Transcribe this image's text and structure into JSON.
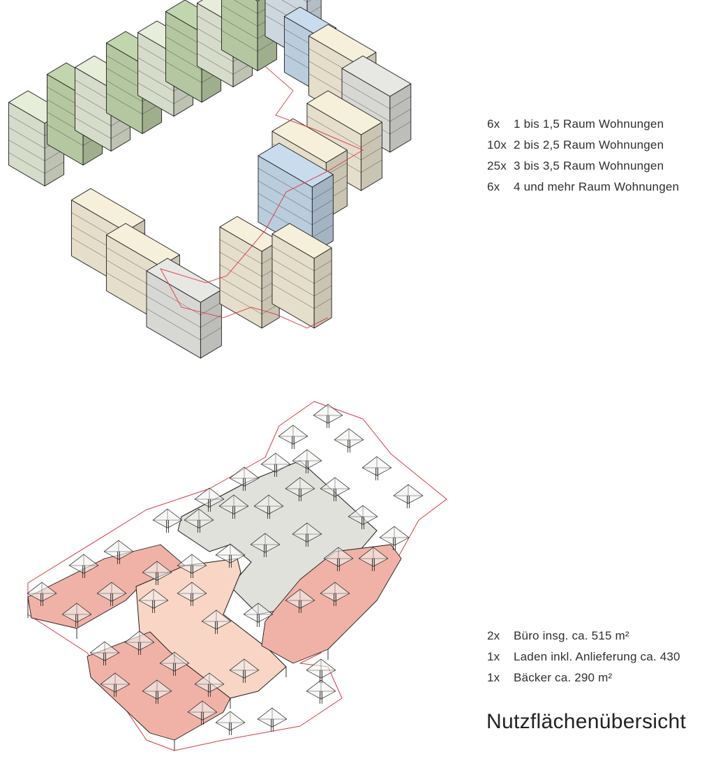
{
  "colors": {
    "outline": "#1d1d1d",
    "site_boundary": "#d9393c",
    "green": "#c2d6ad",
    "green_light": "#e6edd9",
    "blue": "#c8dcee",
    "blue_grey": "#dde6ef",
    "cream": "#f6efda",
    "grey": "#e7e8e3",
    "red_use": "#f0b2a6",
    "peach_use": "#f8d5c4",
    "grey_use": "#dfe1da"
  },
  "apartments": [
    {
      "qty": "6x",
      "label": "1 bis 1,5 Raum Wohnungen"
    },
    {
      "qty": "10x",
      "label": "2 bis 2,5 Raum Wohnungen"
    },
    {
      "qty": "25x",
      "label": "3 bis 3,5 Raum Wohnungen"
    },
    {
      "qty": "6x",
      "label": "4 und mehr Raum Wohnungen"
    }
  ],
  "uses": [
    {
      "qty": "2x",
      "label": "Büro insg. ca. 515 m²"
    },
    {
      "qty": "1x",
      "label": "Laden inkl. Anlieferung ca. 430"
    },
    {
      "qty": "1x",
      "label": "Bäcker ca. 290 m²"
    }
  ],
  "title": "Nutzflächenübersicht"
}
